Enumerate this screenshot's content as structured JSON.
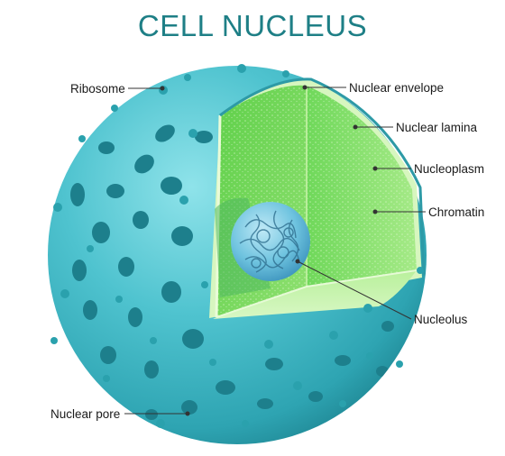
{
  "title": "CELL NUCLEUS",
  "labels": {
    "ribosome": "Ribosome",
    "nuclear_envelope": "Nuclear envelope",
    "nuclear_lamina": "Nuclear lamina",
    "nucleoplasm": "Nucleoplasm",
    "chromatin": "Chromatin",
    "nucleolus": "Nucleolus",
    "nuclear_pore": "Nuclear pore"
  },
  "colors": {
    "title": "#1e7f86",
    "sphere": "#4fc3cf",
    "sphere_dark": "#1d7f8c",
    "nucleoplasm": "#86e06a",
    "lamina": "#c9f2a6",
    "nucleolus": "#5fb6d8"
  }
}
